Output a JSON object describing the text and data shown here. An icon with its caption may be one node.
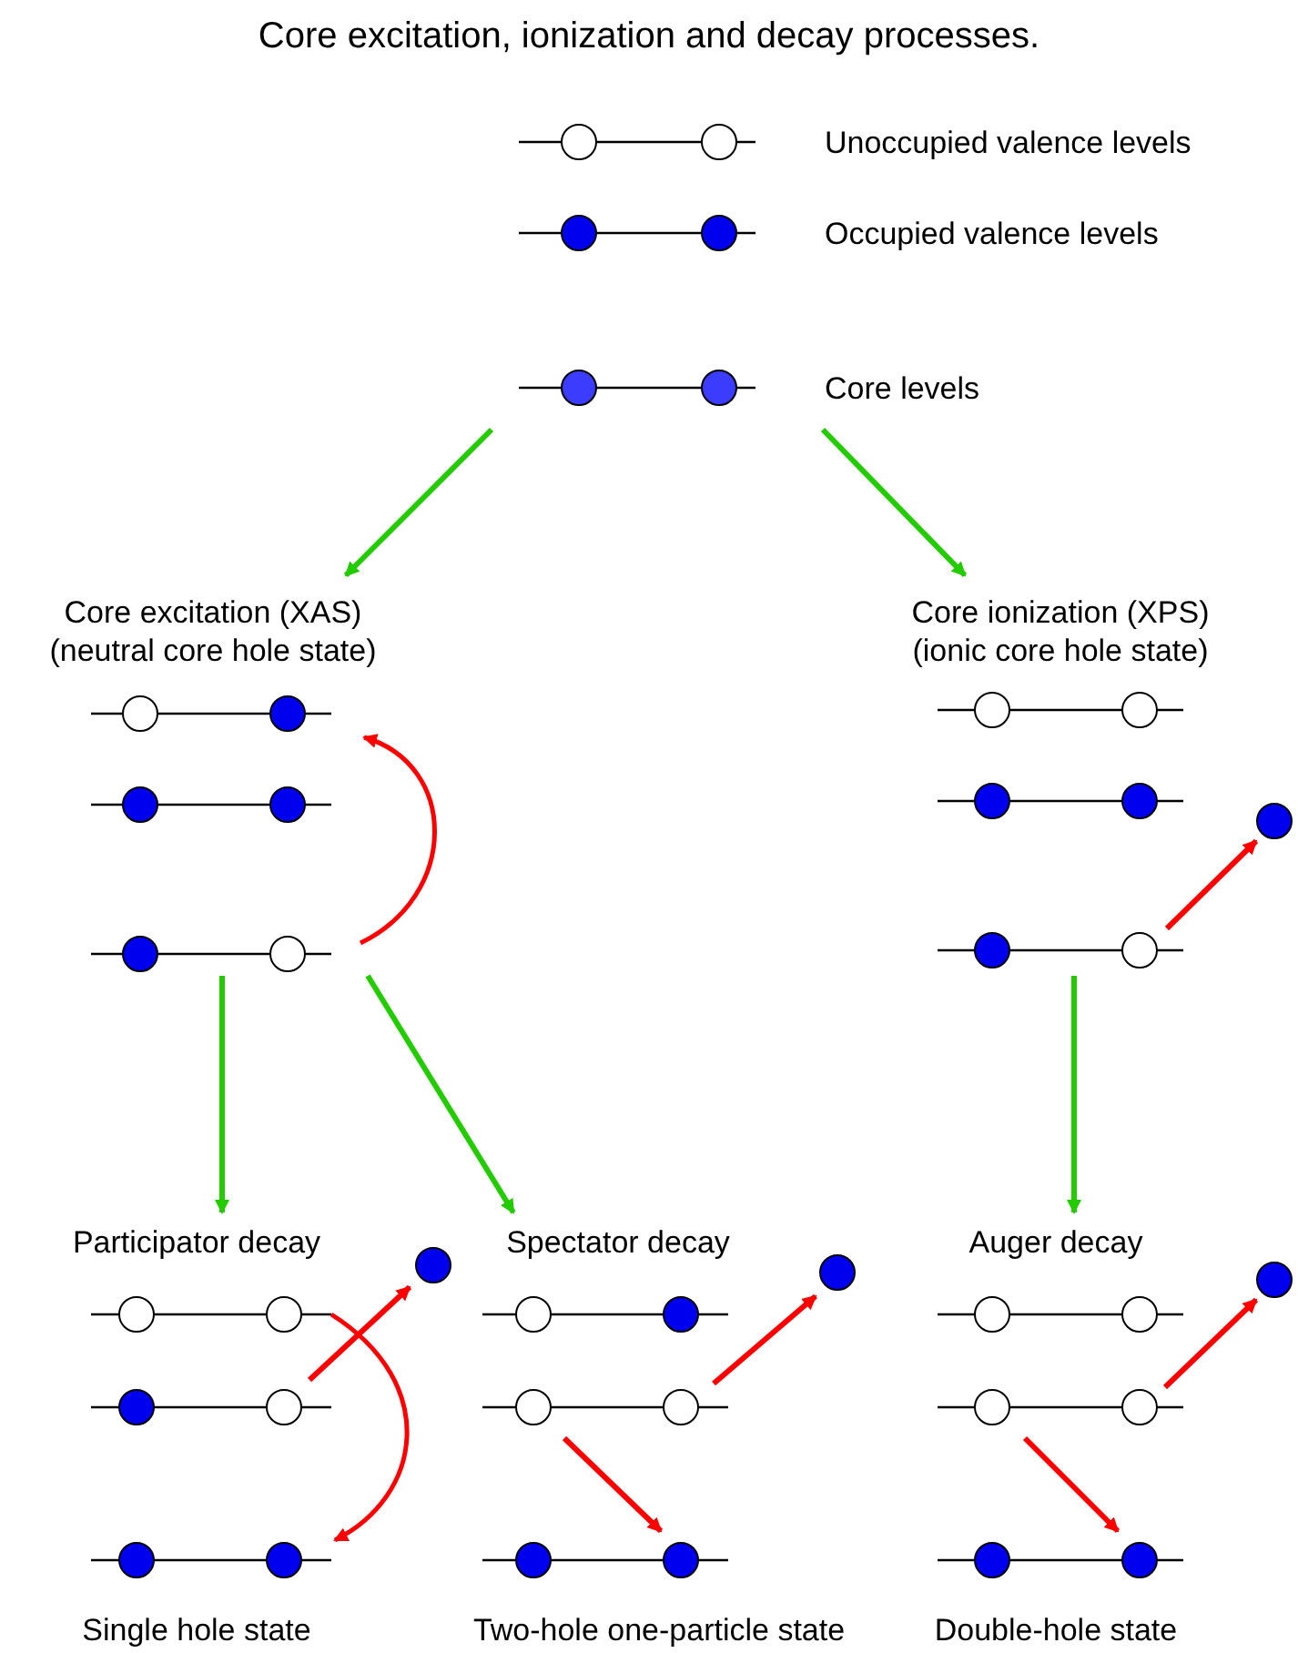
{
  "diagram": {
    "title": "Core excitation, ionization and decay processes.",
    "nodes": [
      {
        "text": [],
        "shape": "picture"
      },
      {
        "text": [
          "Core excitation (XAS) (neutral core hole state)"
        ]
      },
      {
        "text": [
          "Core ionization (XPS) (ionic core hole state)"
        ]
      },
      {
        "text": [
          "Participator decay",
          "Single hole state"
        ]
      },
      {
        "text": [
          "Spectator decay",
          "Two-hole one-particle state"
        ]
      },
      {
        "text": [
          "Auger decay",
          "Double-hole state"
        ]
      }
    ],
    "edges": [
      {
        "from": 0,
        "to": 1,
        "arrow": "to"
      },
      {
        "from": 0,
        "to": 2,
        "arrow": "to"
      },
      {
        "from": 1,
        "to": 3,
        "arrow": "to"
      },
      {
        "from": 1,
        "to": 4,
        "arrow": "to"
      },
      {
        "from": 2,
        "to": 5,
        "arrow": "to"
      }
    ],
    "legend": [
      {
        "text": "Unoccupied valence levels"
      },
      {
        "text": "Occupied valence levels"
      },
      {
        "text": "Core levels"
      }
    ]
  }
}
